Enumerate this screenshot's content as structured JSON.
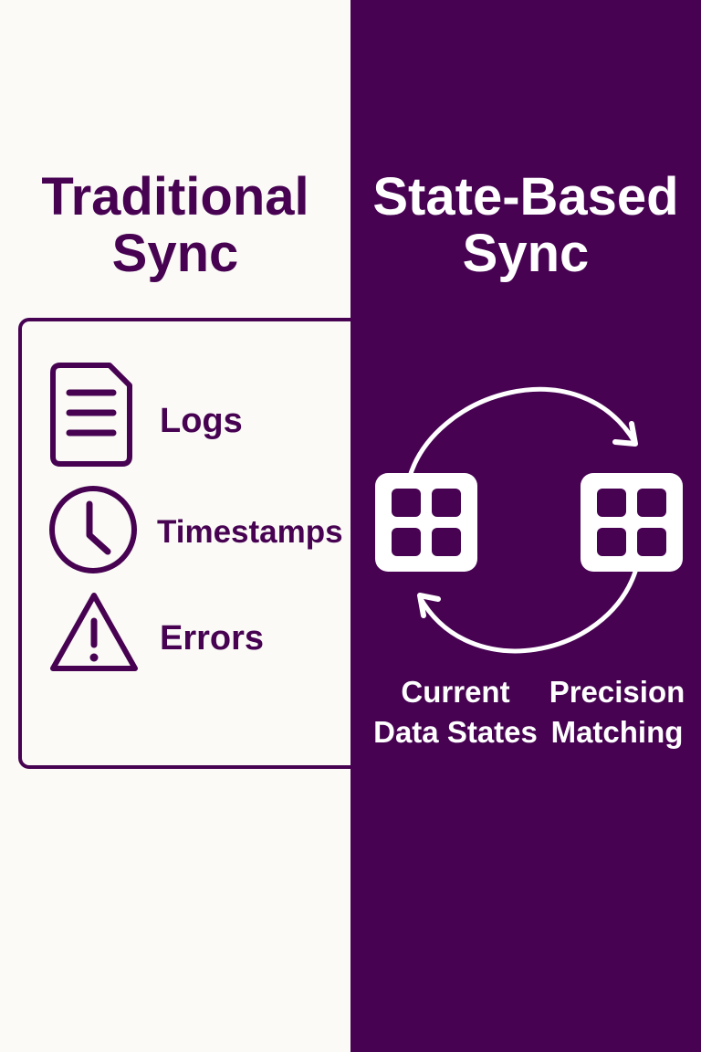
{
  "left_panel": {
    "title_line1": "Traditional",
    "title_line2": "Sync",
    "items": [
      {
        "label": "Logs",
        "icon": "document-icon"
      },
      {
        "label": "Timestamps",
        "icon": "clock-icon"
      },
      {
        "label": "Errors",
        "icon": "warning-icon"
      }
    ]
  },
  "right_panel": {
    "title_line1": "State-Based",
    "title_line2": "Sync",
    "captions": [
      {
        "line1": "Current",
        "line2": "Data States"
      },
      {
        "line1": "Precision",
        "line2": "Matching"
      }
    ]
  },
  "colors": {
    "brand_purple": "#470352",
    "background_light": "#fbfaf7",
    "text_light": "#ffffff"
  }
}
